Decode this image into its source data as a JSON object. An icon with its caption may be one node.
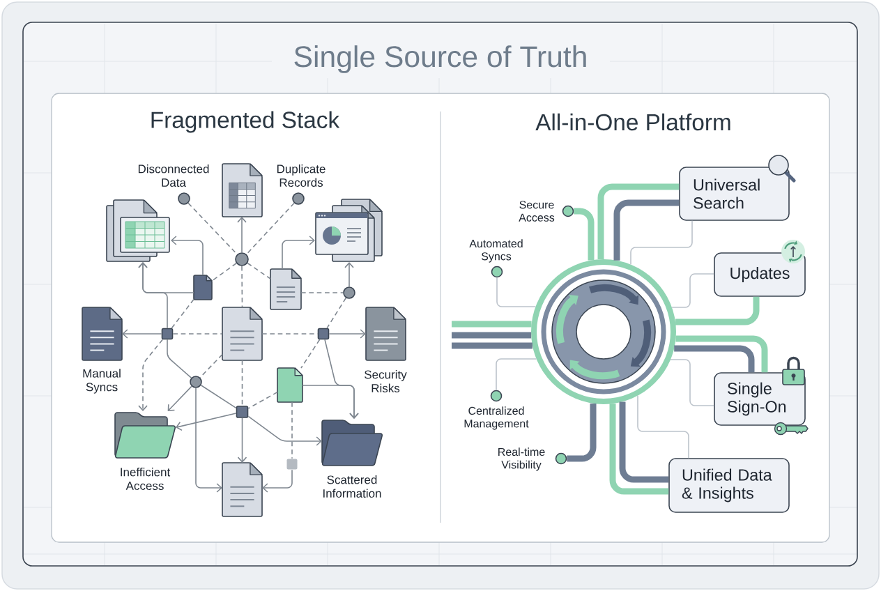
{
  "diagram": {
    "title": "Single Source of Truth",
    "nodes": [
      {
        "text": [],
        "shape": "circle",
        "beside": [
          "Disconnected Data"
        ]
      },
      {
        "text": [],
        "shape": "picture"
      },
      {
        "text": [],
        "shape": "circle",
        "beside": [
          "Duplicate Records"
        ]
      },
      {
        "text": [],
        "shape": "picture"
      },
      {
        "text": [],
        "shape": "picture"
      },
      {
        "text": [],
        "shape": "circle"
      },
      {
        "text": [],
        "shape": "picture"
      },
      {
        "text": [],
        "shape": "picture"
      },
      {
        "text": [],
        "shape": "circle"
      },
      {
        "text": [],
        "shape": "picture",
        "beside": [
          "Manual Syncs"
        ]
      },
      {
        "text": [],
        "shape": "box"
      },
      {
        "text": [],
        "shape": "picture"
      },
      {
        "text": [],
        "shape": "box"
      },
      {
        "text": [],
        "shape": "picture",
        "beside": [
          "Security Risks"
        ]
      },
      {
        "text": [],
        "shape": "circle"
      },
      {
        "text": [],
        "shape": "picture"
      },
      {
        "text": [],
        "shape": "box"
      },
      {
        "text": [],
        "shape": "picture",
        "beside": [
          "Inefficient Access"
        ]
      },
      {
        "text": [],
        "shape": "picture",
        "beside": [
          "Scattered Information"
        ]
      },
      {
        "text": [],
        "shape": "box"
      },
      {
        "text": [],
        "shape": "picture"
      },
      {
        "text": [
          "Universal Search"
        ]
      },
      {
        "text": [],
        "shape": "circle",
        "beside": [
          "Secure Access"
        ]
      },
      {
        "text": [],
        "shape": "circle",
        "beside": [
          "Automated Syncs"
        ]
      },
      {
        "text": [
          "Updates"
        ]
      },
      {
        "text": [],
        "shape": "circle"
      },
      {
        "text": [],
        "shape": "circle",
        "beside": [
          "Centralized Management"
        ]
      },
      {
        "text": [
          "Single Sign-On"
        ]
      },
      {
        "text": [],
        "shape": "circle",
        "beside": [
          "Real-time Visibility"
        ]
      },
      {
        "text": [
          "Unified Data & Insights"
        ]
      }
    ],
    "edges": [
      {
        "from": 0,
        "to": 5,
        "arrow": "none",
        "style": "dashed"
      },
      {
        "from": 2,
        "to": 5,
        "arrow": "none",
        "style": "dashed"
      },
      {
        "from": 5,
        "to": 1,
        "arrow": "to"
      },
      {
        "from": 5,
        "to": 11,
        "arrow": "none",
        "style": "dashed"
      },
      {
        "from": 5,
        "to": 6,
        "arrow": "none",
        "style": "dashed"
      },
      {
        "from": 5,
        "to": 7,
        "arrow": "none",
        "style": "dashed"
      },
      {
        "from": 6,
        "to": 3,
        "arrow": "to"
      },
      {
        "from": 7,
        "to": 4,
        "arrow": "to"
      },
      {
        "from": 10,
        "to": 3,
        "arrow": "to"
      },
      {
        "from": 6,
        "to": 3,
        "arrow": "to"
      },
      {
        "from": 6,
        "to": 10,
        "arrow": "none",
        "style": "dashed"
      },
      {
        "from": 10,
        "to": 9,
        "arrow": "to"
      },
      {
        "from": 10,
        "to": 11,
        "arrow": "none",
        "style": "dashed"
      },
      {
        "from": 11,
        "to": 12,
        "arrow": "none",
        "style": "dashed"
      },
      {
        "from": 12,
        "to": 13,
        "arrow": "to"
      },
      {
        "from": 7,
        "to": 8,
        "arrow": "none",
        "style": "dashed"
      },
      {
        "from": 8,
        "to": 4,
        "arrow": "to"
      },
      {
        "from": 8,
        "to": 12,
        "arrow": "none",
        "style": "dashed"
      },
      {
        "from": 12,
        "to": 15,
        "arrow": "none",
        "style": "dashed"
      },
      {
        "from": 12,
        "to": 18,
        "arrow": "to"
      },
      {
        "from": 15,
        "to": 18,
        "arrow": "to"
      },
      {
        "from": 10,
        "to": 17,
        "arrow": "to",
        "style": "dashed"
      },
      {
        "from": 10,
        "to": 14,
        "arrow": "none"
      },
      {
        "from": 11,
        "to": 14,
        "arrow": "none",
        "style": "dashed"
      },
      {
        "from": 14,
        "to": 17,
        "arrow": "to"
      },
      {
        "from": 14,
        "to": 20,
        "arrow": "to"
      },
      {
        "from": 14,
        "to": 16,
        "arrow": "none"
      },
      {
        "from": 11,
        "to": 16,
        "arrow": "none",
        "style": "dashed"
      },
      {
        "from": 16,
        "to": 20,
        "arrow": "to"
      },
      {
        "from": 16,
        "to": 17,
        "arrow": "to"
      },
      {
        "from": 16,
        "to": 18,
        "arrow": "to"
      },
      {
        "from": 15,
        "to": 16,
        "arrow": "none",
        "style": "dashed"
      },
      {
        "from": 15,
        "to": 19,
        "arrow": "none",
        "style": "dashed"
      },
      {
        "from": 19,
        "to": 20,
        "arrow": "to"
      },
      {
        "from": 22,
        "to": 25,
        "arrow": "none",
        "style": "thick",
        "color": "#8fd4b2"
      },
      {
        "from": 25,
        "to": 21,
        "arrow": "none",
        "style": "thick",
        "color": "#8fd4b2"
      },
      {
        "from": 25,
        "to": 21,
        "arrow": "none",
        "style": "thick",
        "color": "#6e7d93"
      },
      {
        "from": 23,
        "to": 25,
        "arrow": "none",
        "color": "#bcc3cb"
      },
      {
        "from": 21,
        "to": 25,
        "arrow": "none",
        "color": "#bcc3cb"
      },
      {
        "from": 25,
        "to": 24,
        "arrow": "none",
        "style": "thick",
        "color": "#8fd4b2"
      },
      {
        "from": 24,
        "to": 25,
        "arrow": "none",
        "color": "#bcc3cb"
      },
      {
        "from": 26,
        "to": 25,
        "arrow": "none",
        "color": "#bcc3cb"
      },
      {
        "from": 25,
        "to": 27,
        "arrow": "none",
        "style": "thick",
        "color": "#8fd4b2"
      },
      {
        "from": 25,
        "to": 27,
        "arrow": "none",
        "style": "thick",
        "color": "#6e7d93"
      },
      {
        "from": 27,
        "to": 25,
        "arrow": "none",
        "color": "#bcc3cb"
      },
      {
        "from": 25,
        "to": 29,
        "arrow": "none",
        "style": "thick",
        "color": "#6e7d93"
      },
      {
        "from": 25,
        "to": 29,
        "arrow": "none",
        "style": "thick",
        "color": "#8fd4b2"
      },
      {
        "from": 29,
        "to": 25,
        "arrow": "none",
        "color": "#bcc3cb"
      },
      {
        "from": 28,
        "to": 25,
        "arrow": "none",
        "style": "thick",
        "color": "#6e7d93"
      },
      {
        "from": null,
        "to": 25,
        "arrow": "none",
        "style": "thick",
        "color": "#8fd4b2"
      },
      {
        "from": null,
        "to": 25,
        "arrow": "none",
        "style": "thick",
        "color": "#6e7d93"
      },
      {
        "from": null,
        "to": 25,
        "arrow": "none",
        "style": "thick",
        "color": "#6e7d93"
      }
    ],
    "labels": [
      "Fragmented Stack",
      "All-in-One Platform"
    ]
  }
}
